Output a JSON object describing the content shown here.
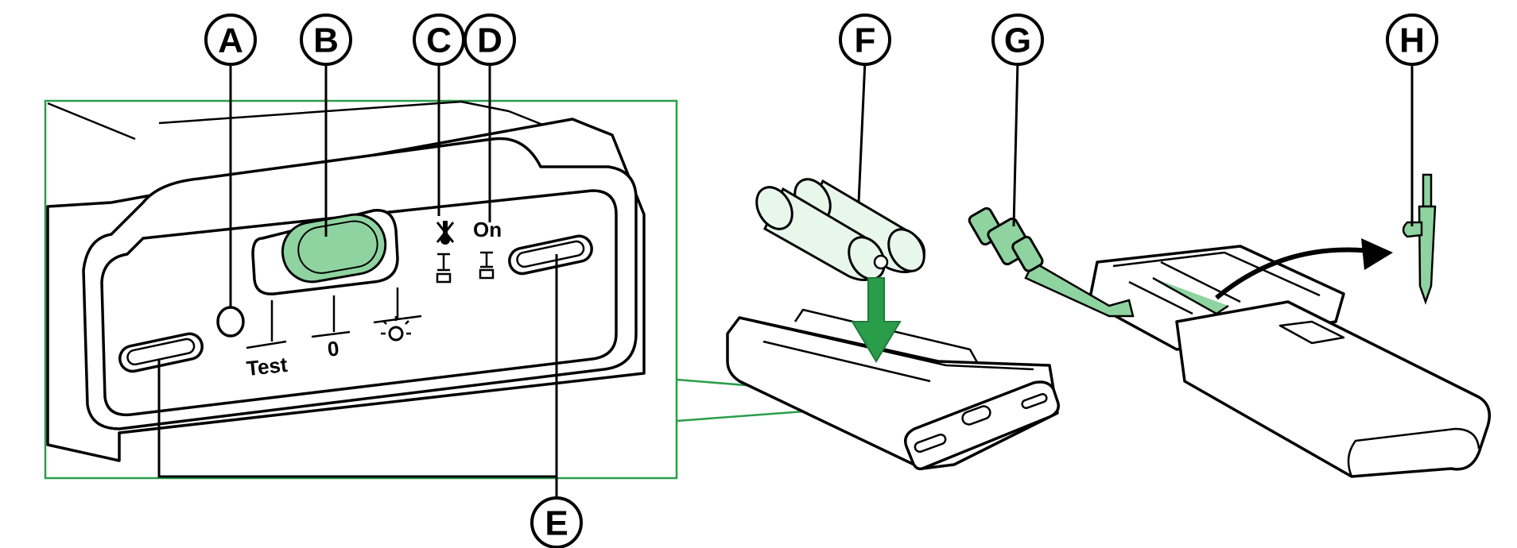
{
  "callouts": {
    "a": "A",
    "b": "B",
    "c": "C",
    "d": "D",
    "e": "E",
    "f": "F",
    "g": "G",
    "h": "H"
  },
  "panel_labels": {
    "test": "Test",
    "zero": "0",
    "on": "On"
  },
  "colors": {
    "accent_green": "#2a9d4a",
    "part_green": "#8fd4a0",
    "light_green": "#e8f7ec",
    "line": "#000000"
  }
}
